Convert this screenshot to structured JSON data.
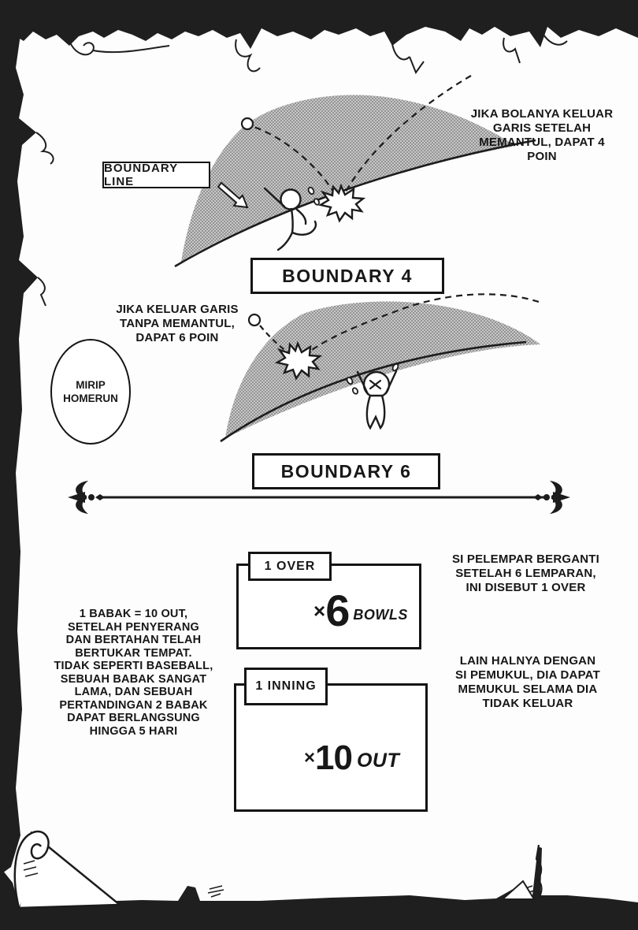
{
  "colors": {
    "ink": "#1c1c1c",
    "paper": "#fdfdfd",
    "halftone_base": "#c9c9c9",
    "halftone_dot": "#8f8f8f"
  },
  "sections": {
    "boundary4": {
      "pointer_label": "BOUNDARY LINE",
      "caption": "JIKA BOLANYA KELUAR\nGARIS SETELAH\nMEMANTUL, DAPAT 4\nPOIN",
      "title": "BOUNDARY 4"
    },
    "boundary6": {
      "caption": "JIKA KELUAR GARIS\nTANPA MEMANTUL,\nDAPAT 6 POIN",
      "bubble": "MIRIP\nHOMERUN",
      "title": "BOUNDARY 6"
    },
    "over": {
      "label": "1 OVER",
      "multiplier": "×",
      "count": "6",
      "unit": "BOWLS",
      "caption": "SI PELEMPAR BERGANTI\nSETELAH 6 LEMPARAN,\nINI DISEBUT 1 OVER"
    },
    "inning": {
      "label": "1 INNING",
      "multiplier": "×",
      "count": "10",
      "unit": "OUT",
      "caption": "LAIN HALNYA DENGAN\nSI PEMUKUL, DIA DAPAT\nMEMUKUL SELAMA DIA\nTIDAK KELUAR",
      "note": "1 BABAK = 10 OUT,\nSETELAH PENYERANG\nDAN BERTAHAN TELAH\nBERTUKAR TEMPAT.\nTIDAK SEPERTI BASEBALL,\nSEBUAH BABAK SANGAT\nLAMA, DAN SEBUAH\nPERTANDINGAN 2 BABAK\nDAPAT BERLANGSUNG\nHINGGA 5 HARI"
    }
  }
}
